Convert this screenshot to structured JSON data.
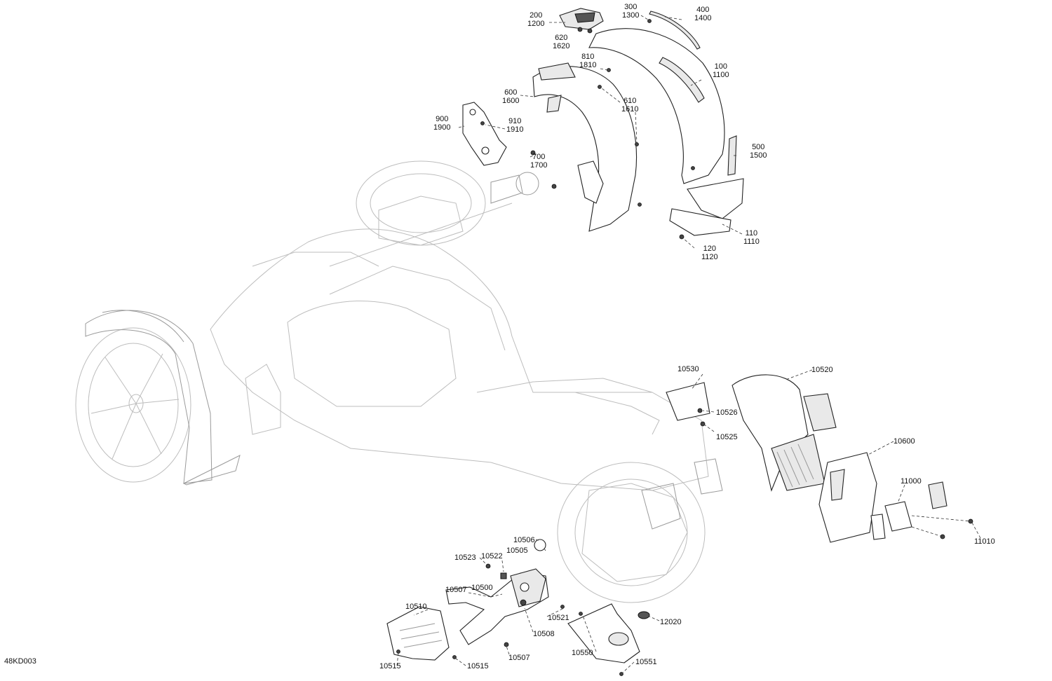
{
  "document_id": "48KD003",
  "callouts": {
    "c200": [
      "200",
      "1200"
    ],
    "c300": [
      "300",
      "1300"
    ],
    "c400": [
      "400",
      "1400"
    ],
    "c620": [
      "620",
      "1620"
    ],
    "c810": [
      "810",
      "1810"
    ],
    "c100": [
      "100",
      "1100"
    ],
    "c600": [
      "600",
      "1600"
    ],
    "c610": [
      "610",
      "1610"
    ],
    "c900": [
      "900",
      "1900"
    ],
    "c910": [
      "910",
      "1910"
    ],
    "c700": [
      "700",
      "1700"
    ],
    "c500": [
      "500",
      "1500"
    ],
    "c110": [
      "110",
      "1110"
    ],
    "c120": [
      "120",
      "1120"
    ]
  },
  "labels": {
    "l10530": "10530",
    "l10520": "10520",
    "l10526": "10526",
    "l10525": "10525",
    "l10600": "10600",
    "l11000": "11000",
    "l11010": "11010",
    "l10506": "10506",
    "l10505": "10505",
    "l10523": "10523",
    "l10522": "10522",
    "l10507a": "10507",
    "l10500": "10500",
    "l10510": "10510",
    "l10521": "10521",
    "l12020": "12020",
    "l10508": "10508",
    "l10507b": "10507",
    "l10550": "10550",
    "l10515a": "10515",
    "l10515b": "10515",
    "l10551": "10551"
  }
}
